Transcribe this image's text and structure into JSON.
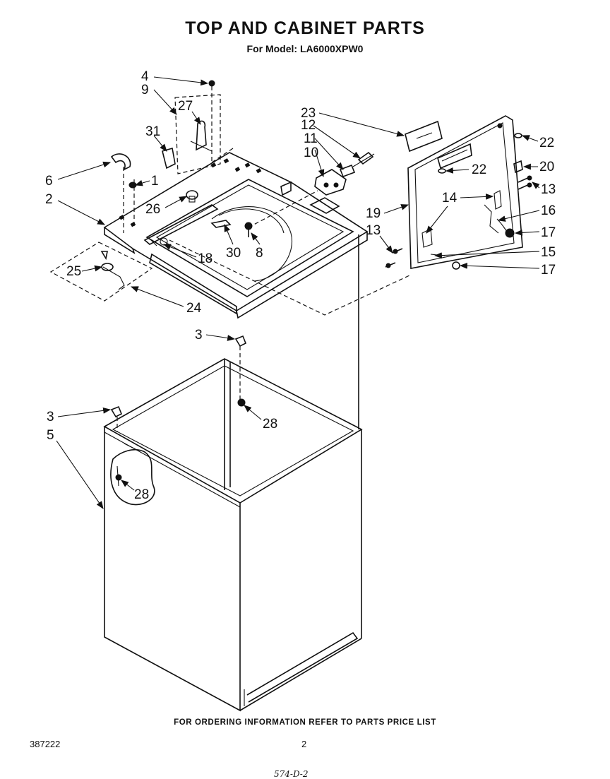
{
  "header": {
    "title": "TOP AND CABINET PARTS",
    "subtitle": "For Model: LA6000XPW0"
  },
  "footer": {
    "ordering_note": "FOR ORDERING INFORMATION REFER TO PARTS PRICE LIST",
    "doc_number": "387222",
    "page_number": "2",
    "handwritten_note": "574-D-2"
  },
  "callouts": [
    {
      "id": "c4",
      "label": "4"
    },
    {
      "id": "c9",
      "label": "9"
    },
    {
      "id": "c27",
      "label": "27"
    },
    {
      "id": "c31",
      "label": "31"
    },
    {
      "id": "c6",
      "label": "6"
    },
    {
      "id": "c1",
      "label": "1"
    },
    {
      "id": "c2",
      "label": "2"
    },
    {
      "id": "c26",
      "label": "26"
    },
    {
      "id": "c30",
      "label": "30"
    },
    {
      "id": "c8",
      "label": "8"
    },
    {
      "id": "c18",
      "label": "18"
    },
    {
      "id": "c25",
      "label": "25"
    },
    {
      "id": "c24",
      "label": "24"
    },
    {
      "id": "c23",
      "label": "23"
    },
    {
      "id": "c12",
      "label": "12"
    },
    {
      "id": "c11",
      "label": "11"
    },
    {
      "id": "c10",
      "label": "10"
    },
    {
      "id": "c22a",
      "label": "22"
    },
    {
      "id": "c22b",
      "label": "22"
    },
    {
      "id": "c20",
      "label": "20"
    },
    {
      "id": "c13a",
      "label": "13"
    },
    {
      "id": "c14",
      "label": "14"
    },
    {
      "id": "c16",
      "label": "16"
    },
    {
      "id": "c19",
      "label": "19"
    },
    {
      "id": "c17a",
      "label": "17"
    },
    {
      "id": "c13b",
      "label": "13"
    },
    {
      "id": "c15",
      "label": "15"
    },
    {
      "id": "c17b",
      "label": "17"
    },
    {
      "id": "c3a",
      "label": "3"
    },
    {
      "id": "c28a",
      "label": "28"
    },
    {
      "id": "c3b",
      "label": "3"
    },
    {
      "id": "c5",
      "label": "5"
    },
    {
      "id": "c28b",
      "label": "28"
    }
  ]
}
